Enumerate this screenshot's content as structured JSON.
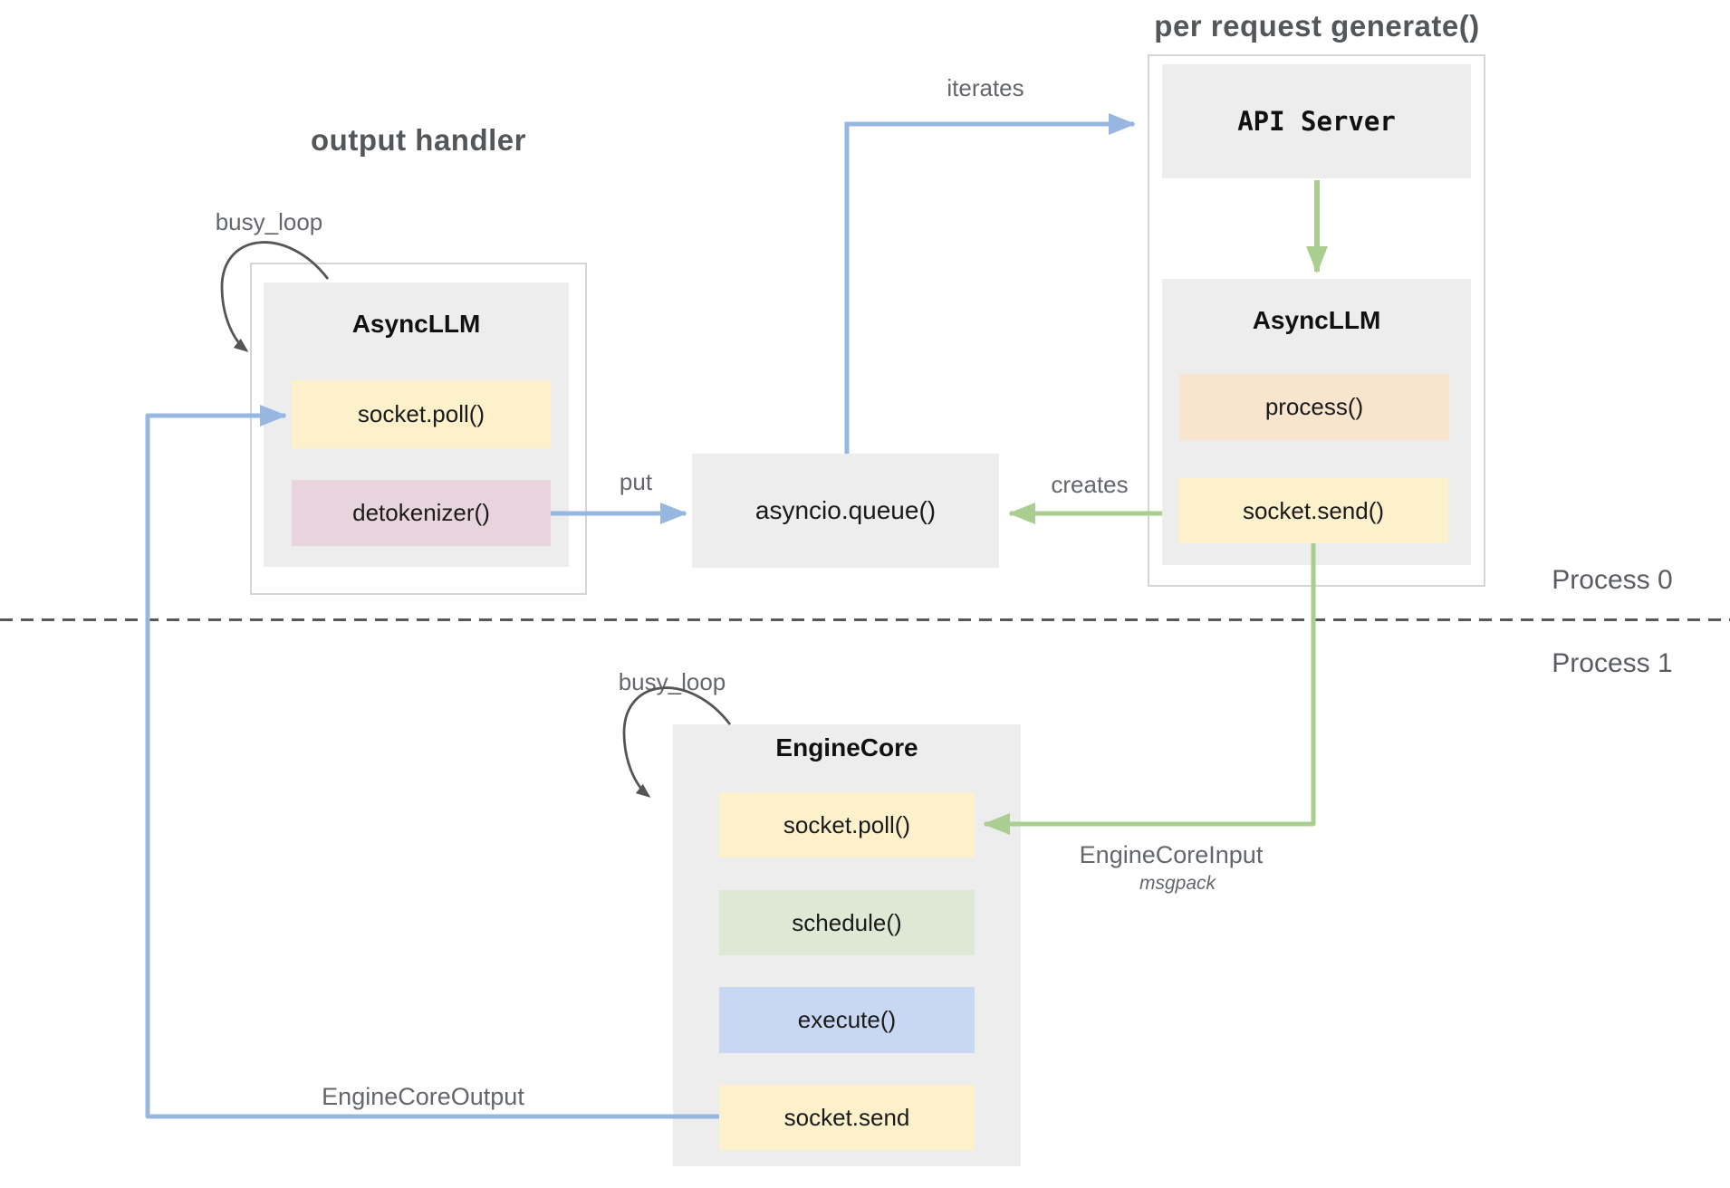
{
  "titles": {
    "output_handler": "output handler",
    "per_request_generate": "per request generate()"
  },
  "process_rows": {
    "process0": "Process 0",
    "process1": "Process 1"
  },
  "labels": {
    "busy_loop_top": "busy_loop",
    "busy_loop_bottom": "busy_loop",
    "iterates": "iterates",
    "put": "put",
    "creates": "creates",
    "engine_core_input": "EngineCoreInput",
    "engine_core_input_format": "msgpack",
    "engine_core_output": "EngineCoreOutput"
  },
  "nodes": {
    "output_handler_group": {
      "asyncllm": {
        "title": "AsyncLLM",
        "methods": [
          {
            "label": "socket.poll()"
          },
          {
            "label": "detokenizer()"
          }
        ]
      }
    },
    "queue": {
      "label": "asyncio.queue()"
    },
    "generate_group": {
      "api_server": {
        "title": "API Server"
      },
      "asyncllm": {
        "title": "AsyncLLM",
        "methods": [
          {
            "label": "process()"
          },
          {
            "label": "socket.send()"
          }
        ]
      }
    },
    "engine_core": {
      "title": "EngineCore",
      "methods": [
        {
          "label": "socket.poll()"
        },
        {
          "label": "schedule()"
        },
        {
          "label": "execute()"
        },
        {
          "label": "socket.send"
        }
      ]
    }
  },
  "colors": {
    "box_gray": "#EDEDED",
    "container_border": "#D5D5D5",
    "method_yellow": "#FCF1CB",
    "method_pink": "#E7D4DC",
    "method_peach": "#F9E4CE",
    "method_green": "#DDE9D5",
    "method_blue": "#C8D8F2",
    "arrow_blue": "#97B7E0",
    "arrow_green": "#A9CE90",
    "loop_dark": "#555555",
    "label_gray": "#63676B",
    "title_gray": "#54575A"
  }
}
